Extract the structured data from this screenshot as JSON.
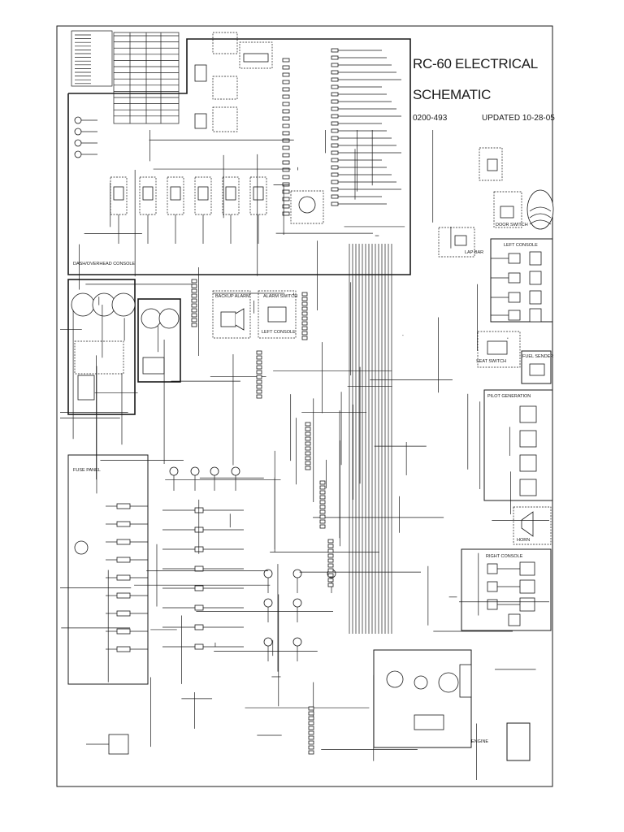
{
  "title": {
    "line1": "RC-60 ELECTRICAL",
    "line2": "SCHEMATIC",
    "doc_number": "0200-493",
    "updated": "UPDATED 10-28-05"
  },
  "labels": {
    "dash_overhead_console": "DASH/OVERHEAD CONSOLE",
    "backup_alarm": "BACKUP ALARM",
    "alarm_switch": "ALARM SWITCH",
    "left_console_alarm": "LEFT CONSOLE",
    "left_console": "LEFT CONSOLE",
    "door_switch": "DOOR SWITCH",
    "lap_bar": "LAP BAR",
    "seat_switch": "SEAT SWITCH",
    "fuel_sender": "FUEL SENDER",
    "pilot_generation": "PILOT GENERATION",
    "horn": "HORN",
    "right_console": "RIGHT CONSOLE",
    "fuse_panel": "FUSE PANEL",
    "engine": "ENGINE"
  }
}
